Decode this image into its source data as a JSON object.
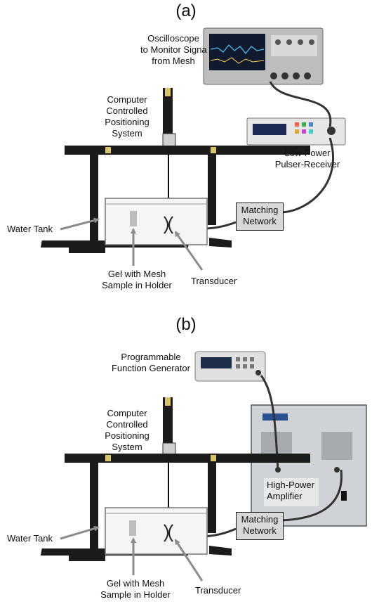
{
  "panels": [
    {
      "letter": "(a)",
      "labels": {
        "oscilloscope": [
          "Oscilloscope",
          "to Monitor Signa",
          "from Mesh"
        ],
        "positioning": [
          "Computer",
          "Controlled",
          "Positioning",
          "System"
        ],
        "pulser": [
          "Low-Power",
          "Pulser-Receiver"
        ],
        "matching": [
          "Matching",
          "Network"
        ],
        "water_tank": "Water Tank",
        "gel": [
          "Gel with Mesh",
          "Sample in Holder"
        ],
        "transducer": "Transducer"
      }
    },
    {
      "letter": "(b)",
      "labels": {
        "generator": [
          "Programmable",
          "Function Generator"
        ],
        "positioning": [
          "Computer",
          "Controlled",
          "Positioning",
          "System"
        ],
        "amplifier": [
          "High-Power",
          "Amplifier"
        ],
        "matching": [
          "Matching",
          "Network"
        ],
        "water_tank": "Water Tank",
        "gel": [
          "Gel with Mesh",
          "Sample in Holder"
        ],
        "transducer": "Transducer"
      }
    }
  ],
  "colors": {
    "frame": "#1b1b1b",
    "cable": "#333333",
    "arrow": "#8c8c8c",
    "box_fill": "#d9d9d9"
  },
  "icons": [
    "oscilloscope-icon",
    "pulser-receiver-icon",
    "function-generator-icon",
    "amplifier-icon",
    "positioning-frame-icon",
    "water-tank-icon",
    "transducer-icon",
    "gel-sample-icon"
  ]
}
